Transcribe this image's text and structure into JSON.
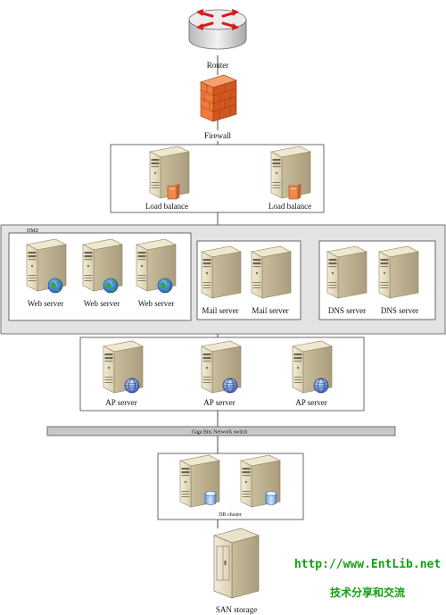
{
  "nodes": {
    "router": "Router",
    "firewall": "Firewall",
    "load_balance_1": "Load balance",
    "load_balance_2": "Load balance",
    "dmz": "DMZ",
    "web_servers": [
      "Web server",
      "Web server",
      "Web server"
    ],
    "mail_servers": [
      "Mail server",
      "Mail server"
    ],
    "dns_servers": [
      "DNS server",
      "DNS server"
    ],
    "ap_servers": [
      "AP server",
      "AP server",
      "AP server"
    ],
    "switch": "Giga Bits Network switch",
    "db_cluster": "DB cluster",
    "san_storage": "SAN storage"
  },
  "watermark": {
    "url": "http://www.EntLib.net",
    "tagline": "技术分享和交流"
  },
  "icons": {
    "router": "router-icon",
    "firewall": "firewall-icon",
    "server": "server-tower-icon",
    "globe": "globe-badge-icon",
    "network": "network-badge-icon",
    "database": "database-badge-icon",
    "storage": "storage-cabinet-icon"
  },
  "colors": {
    "server_body": "#e8dfc6",
    "server_dark": "#bfb393",
    "zone_fill": "#e3e3e3",
    "firewall": "#f07a3a",
    "router": "#d8d8d8",
    "router_arrows": "#d81b1b",
    "watermark": "#11a111"
  }
}
